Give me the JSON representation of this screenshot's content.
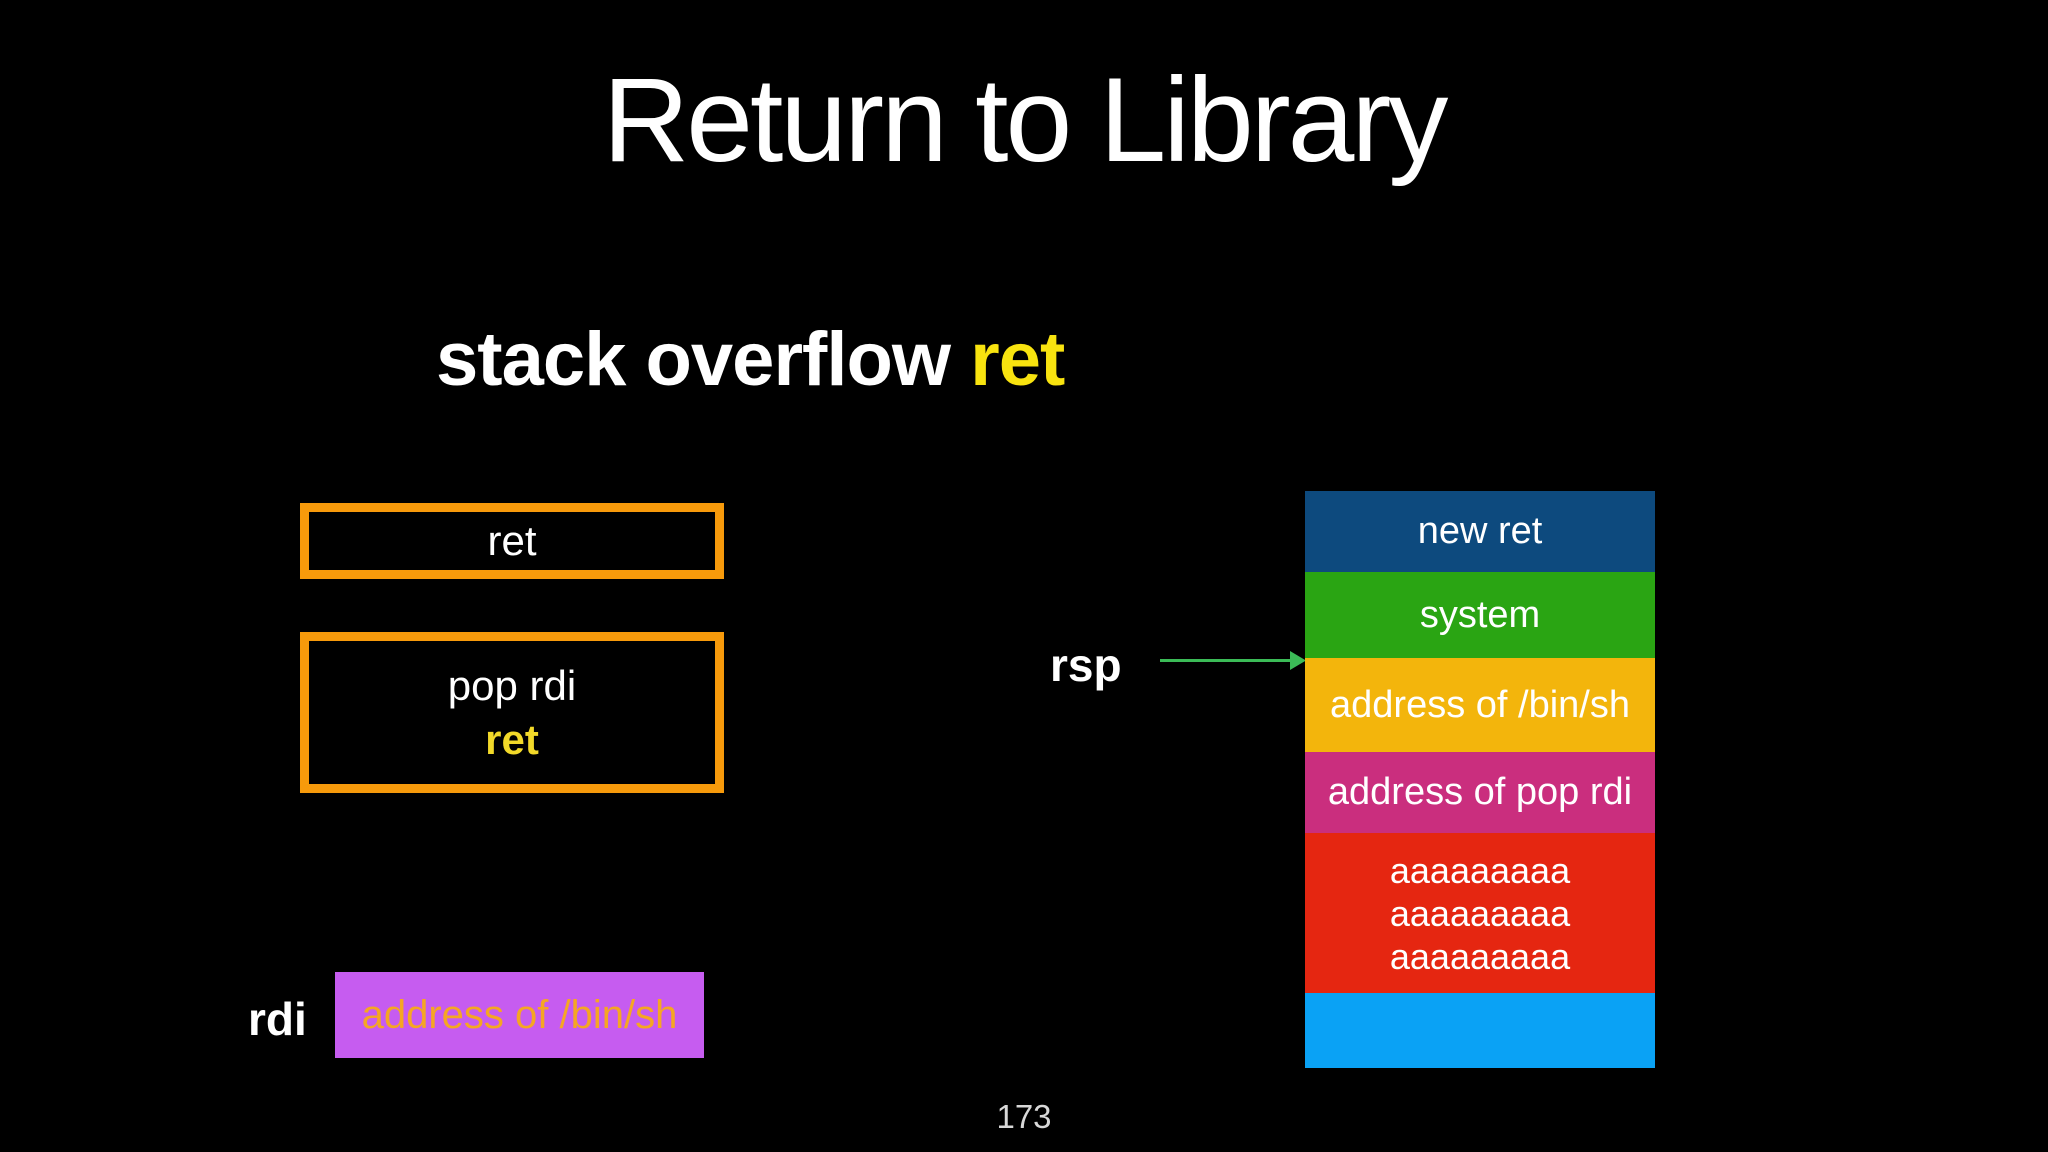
{
  "slide": {
    "title": "Return to Library",
    "page_number": "173"
  },
  "subtitle": {
    "text_white": "stack overflow",
    "text_yellow": "ret"
  },
  "gadget_boxes": {
    "ret_box": {
      "label": "ret"
    },
    "pop_rdi_box": {
      "line1": "pop rdi",
      "line2": "ret"
    }
  },
  "registers": {
    "rdi_label": "rdi",
    "rdi_value": "address of /bin/sh",
    "rsp_label": "rsp"
  },
  "stack": {
    "rows": [
      {
        "label": "new ret",
        "color": "#0d4a7e"
      },
      {
        "label": "system",
        "color": "#2aa513"
      },
      {
        "label": "address of /bin/sh",
        "color": "#f3b50c"
      },
      {
        "label": "address of pop rdi",
        "color": "#ca2e7e"
      },
      {
        "lines": [
          "aaaaaaaaa",
          "aaaaaaaaa",
          "aaaaaaaaa"
        ],
        "color": "#e52611"
      },
      {
        "label": "",
        "color": "#0aa2f5"
      }
    ]
  },
  "colors": {
    "background": "#000000",
    "gadget_border": "#f79a0b",
    "heading_yellow": "#f8e30f",
    "box_ret_yellow": "#f2d929",
    "rdi_box_bg": "#c65cf0",
    "rdi_box_text": "#f5a623",
    "rsp_arrow_green": "#3bbb57"
  }
}
